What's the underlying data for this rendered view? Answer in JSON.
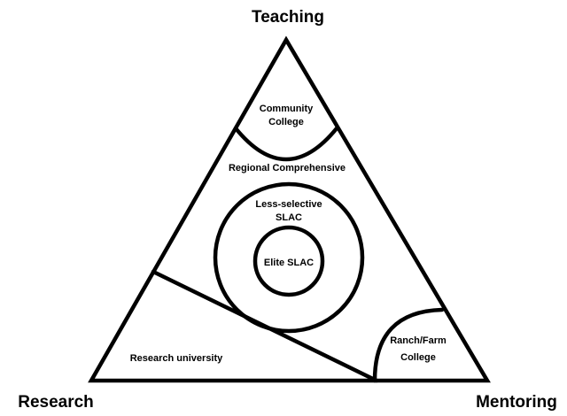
{
  "vertices": {
    "top": "Teaching",
    "bottom_left": "Research",
    "bottom_right": "Mentoring"
  },
  "regions": {
    "community_college": [
      "Community",
      "College"
    ],
    "regional_comprehensive": "Regional Comprehensive",
    "less_selective_slac": [
      "Less-selective",
      "SLAC"
    ],
    "elite_slac": "Elite SLAC",
    "research_university": "Research university",
    "ranch_farm_college": [
      "Ranch/Farm",
      "College"
    ]
  }
}
